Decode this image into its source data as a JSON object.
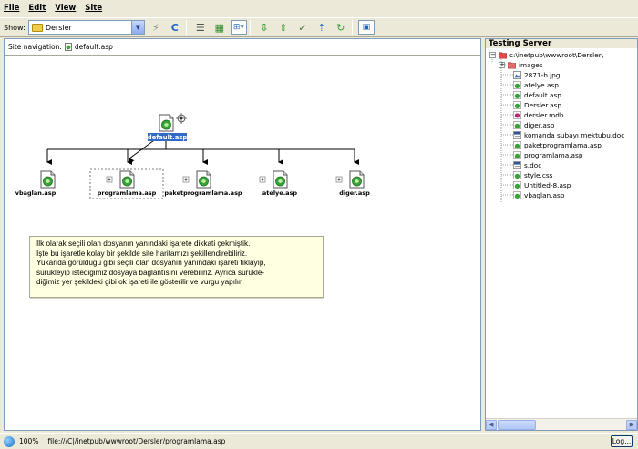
{
  "menu": [
    "File",
    "Edit",
    "View",
    "Site"
  ],
  "toolbar": {
    "show_label": "Show:",
    "site_value": "Dersler",
    "buttons": [
      "connect-icon",
      "refresh-icon",
      "site-files-icon",
      "testing-server-icon",
      "site-map-icon",
      "get-icon",
      "put-icon",
      "check-out-icon",
      "check-in-icon",
      "synchronize-icon",
      "expand-icon"
    ]
  },
  "navigation": {
    "label": "Site navigation:",
    "current": "default.asp"
  },
  "site_map": {
    "root": "default.asp",
    "children": [
      {
        "name": "vbaglan.asp",
        "has_children": false,
        "selected": false
      },
      {
        "name": "programlama.asp",
        "has_children": true,
        "selected": true
      },
      {
        "name": "paketprogramlama.asp",
        "has_children": true,
        "selected": false
      },
      {
        "name": "atelye.asp",
        "has_children": true,
        "selected": false
      },
      {
        "name": "diger.asp",
        "has_children": true,
        "selected": false
      }
    ]
  },
  "tooltip": {
    "lines": [
      "İlk olarak seçili olan dosyanın yanındaki işarete dikkati çekmiştik.",
      "İşte bu işaretle kolay bir şekilde site haritamızı şekillendirebiliriz.",
      "Yukarıda görüldüğü gibi seçili olan dosyanın yanındaki işareti tıklayıp,",
      "sürükleyip istediğimiz dosyaya bağlantısını verebiliriz. Ayrıca sürükle-",
      "diğimiz yer şekildeki gibi ok işareti ile gösterilir ve vurgu yapılır."
    ]
  },
  "right_panel": {
    "title": "Testing Server",
    "root": "c:\\inetpub\\wwwroot\\Dersler\\",
    "items": [
      {
        "name": "images",
        "type": "folder"
      },
      {
        "name": "2871-b.jpg",
        "type": "image"
      },
      {
        "name": "atelye.asp",
        "type": "asp"
      },
      {
        "name": "default.asp",
        "type": "asp"
      },
      {
        "name": "Dersler.asp",
        "type": "asp"
      },
      {
        "name": "dersler.mdb",
        "type": "mdb"
      },
      {
        "name": "diger.asp",
        "type": "asp"
      },
      {
        "name": "komanda subayı mektubu.doc",
        "type": "doc"
      },
      {
        "name": "paketprogramlama.asp",
        "type": "asp"
      },
      {
        "name": "programlama.asp",
        "type": "asp"
      },
      {
        "name": "s.doc",
        "type": "doc"
      },
      {
        "name": "style.css",
        "type": "asp"
      },
      {
        "name": "Untitled-8.asp",
        "type": "asp"
      },
      {
        "name": "vbaglan.asp",
        "type": "asp"
      }
    ]
  },
  "status": {
    "zoom": "100%",
    "path": "file:///C|/inetpub/wwwroot/Dersler/programlama.asp",
    "log_label": "Log..."
  }
}
